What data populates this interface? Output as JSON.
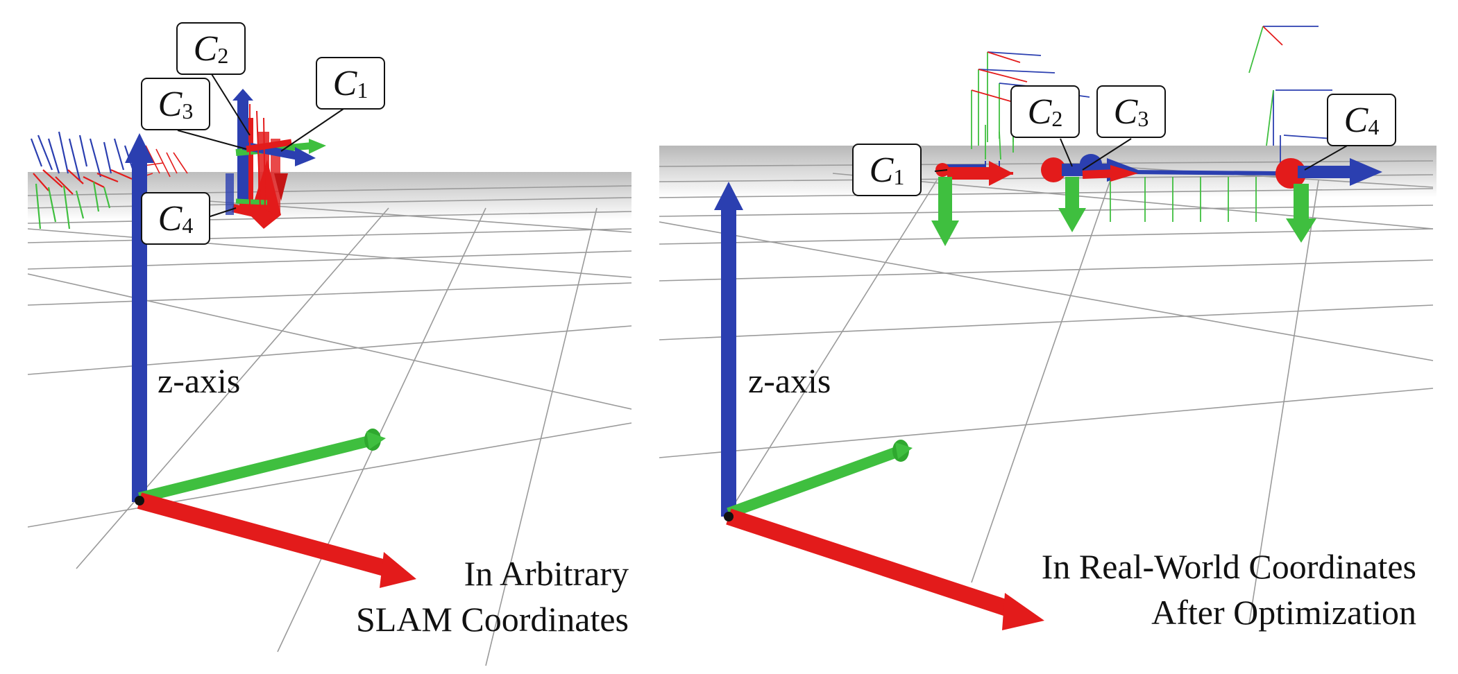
{
  "panels": {
    "left": {
      "axis_label": "z-axis",
      "caption_line1": "In Arbitrary",
      "caption_line2": "SLAM Coordinates",
      "camera_labels": [
        {
          "letter": "C",
          "sub": "2"
        },
        {
          "letter": "C",
          "sub": "1"
        },
        {
          "letter": "C",
          "sub": "3"
        },
        {
          "letter": "C",
          "sub": "4"
        }
      ]
    },
    "right": {
      "axis_label": "z-axis",
      "caption_line1": "In Real-World Coordinates",
      "caption_line2": "After Optimization",
      "camera_labels": [
        {
          "letter": "C",
          "sub": "2"
        },
        {
          "letter": "C",
          "sub": "3"
        },
        {
          "letter": "C",
          "sub": "4"
        },
        {
          "letter": "C",
          "sub": "1"
        }
      ]
    }
  },
  "colors": {
    "x_axis": "#e31b1b",
    "y_axis": "#3fbf3f",
    "z_axis": "#2b3fb0",
    "grid": "#9a9a9a",
    "horizon": "#c8c8c8"
  }
}
